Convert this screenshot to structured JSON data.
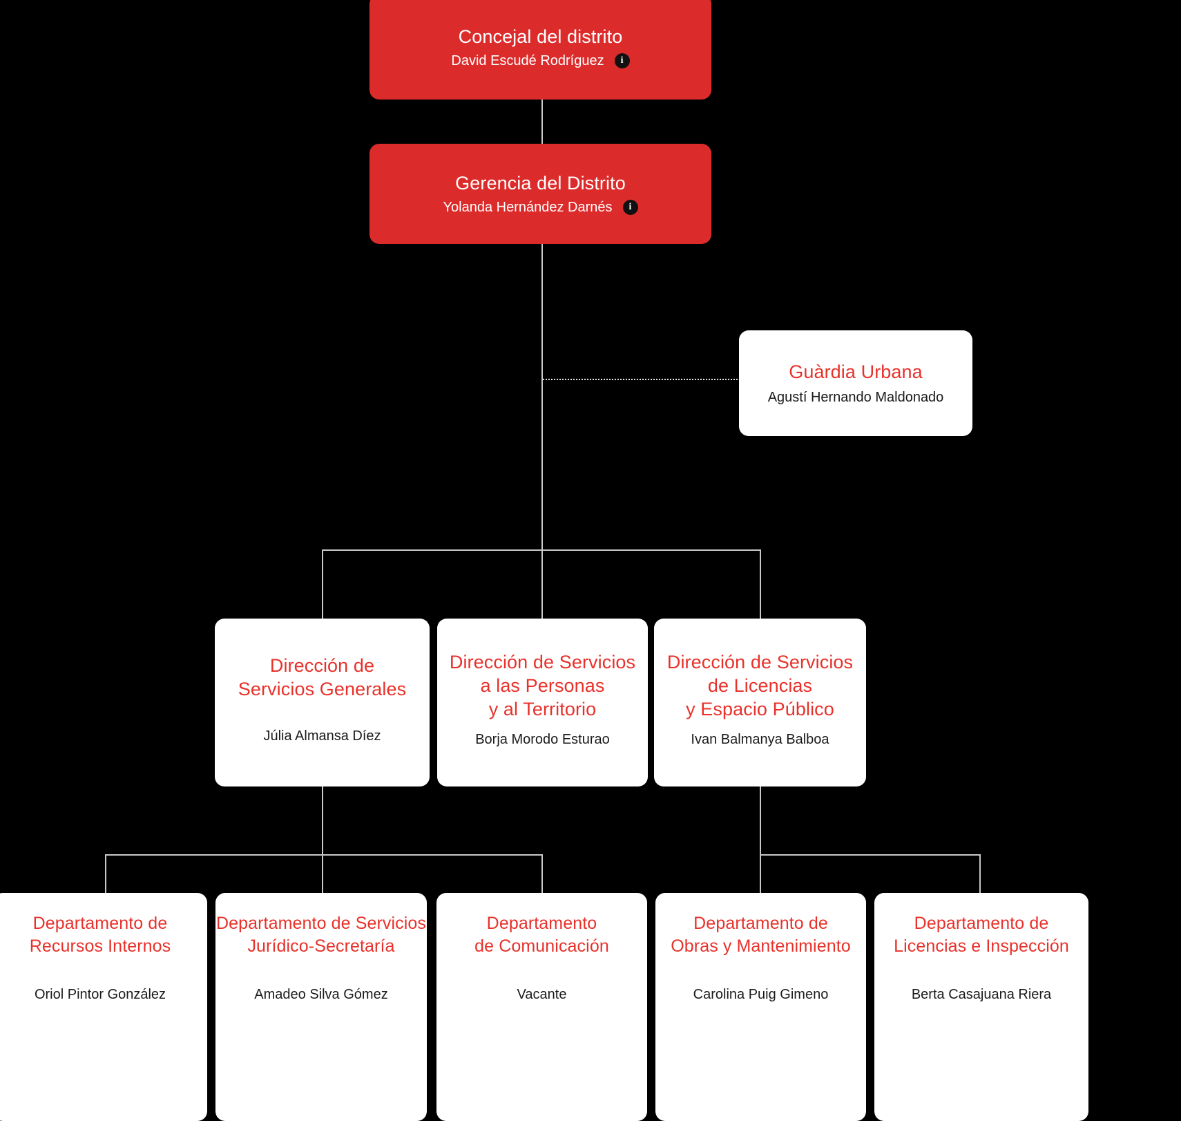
{
  "theme": {
    "background": "#000000",
    "node_red": "#dc2b2b",
    "node_white": "#ffffff",
    "title_red": "#e8312a",
    "connector": "#c9c9c9",
    "info_icon_bg": "#111111"
  },
  "chart_data": {
    "type": "diagram",
    "title": "Organigrama del distrito",
    "nodes": [
      {
        "id": "concejal",
        "title": "Concejal del distrito",
        "person": "David Escudé Rodríguez",
        "style": "red",
        "info": true,
        "level": 1
      },
      {
        "id": "gerencia",
        "title": "Gerencia del Distrito",
        "person": "Yolanda Hernández Darnés",
        "style": "red",
        "info": true,
        "level": 2
      },
      {
        "id": "guardia",
        "title": "Guàrdia Urbana",
        "person": "Agustí Hernando Maldonado",
        "style": "white",
        "info": false,
        "level": 2
      },
      {
        "id": "dir-generales",
        "title": "Dirección de\nServicios Generales",
        "person": "Júlia Almansa Díez",
        "style": "white",
        "info": false,
        "level": 3
      },
      {
        "id": "dir-personas",
        "title": "Dirección de Servicios\na las Personas\ny al Territorio",
        "person": "Borja Morodo Esturao",
        "style": "white",
        "info": false,
        "level": 3
      },
      {
        "id": "dir-licencias",
        "title": "Dirección de Servicios\nde Licencias\ny Espacio Público",
        "person": "Ivan Balmanya Balboa",
        "style": "white",
        "info": false,
        "level": 3
      },
      {
        "id": "dep-recursos",
        "title": "Departamento de\nRecursos Internos",
        "person": "Oriol Pintor González",
        "style": "white",
        "info": false,
        "level": 4
      },
      {
        "id": "dep-juridico",
        "title": "Departamento de Servicios\nJurídico-Secretaría",
        "person": "Amadeo Silva Gómez",
        "style": "white",
        "info": false,
        "level": 4
      },
      {
        "id": "dep-comunicacion",
        "title": "Departamento\nde Comunicación",
        "person": "Vacante",
        "style": "white",
        "info": false,
        "level": 4
      },
      {
        "id": "dep-obras",
        "title": "Departamento de\nObras y Mantenimiento",
        "person": "Carolina Puig Gimeno",
        "style": "white",
        "info": false,
        "level": 4
      },
      {
        "id": "dep-licencias",
        "title": "Departamento de\nLicencias e Inspección",
        "person": "Berta Casajuana Riera",
        "style": "white",
        "info": false,
        "level": 4
      }
    ],
    "edges": [
      {
        "from": "concejal",
        "to": "gerencia",
        "style": "solid"
      },
      {
        "from": "gerencia",
        "to": "guardia",
        "style": "dotted"
      },
      {
        "from": "gerencia",
        "to": "dir-generales",
        "style": "solid"
      },
      {
        "from": "gerencia",
        "to": "dir-personas",
        "style": "solid"
      },
      {
        "from": "gerencia",
        "to": "dir-licencias",
        "style": "solid"
      },
      {
        "from": "dir-generales",
        "to": "dep-recursos",
        "style": "solid"
      },
      {
        "from": "dir-generales",
        "to": "dep-juridico",
        "style": "solid"
      },
      {
        "from": "dir-generales",
        "to": "dep-comunicacion",
        "style": "solid"
      },
      {
        "from": "dir-licencias",
        "to": "dep-obras",
        "style": "solid"
      },
      {
        "from": "dir-licencias",
        "to": "dep-licencias",
        "style": "solid"
      }
    ]
  },
  "nodes": {
    "concejal": {
      "title": "Concejal del distrito",
      "person": "David Escudé Rodríguez"
    },
    "gerencia": {
      "title": "Gerencia del Distrito",
      "person": "Yolanda Hernández Darnés"
    },
    "guardia": {
      "title": "Guàrdia Urbana",
      "person": "Agustí Hernando Maldonado"
    },
    "dir_generales": {
      "title_line1": "Dirección de",
      "title_line2": "Servicios Generales",
      "title_line3": "",
      "person": "Júlia Almansa Díez"
    },
    "dir_personas": {
      "title_line1": "Dirección de Servicios",
      "title_line2": "a las Personas",
      "title_line3": "y al Territorio",
      "person": "Borja Morodo Esturao"
    },
    "dir_licencias": {
      "title_line1": "Dirección de Servicios",
      "title_line2": "de Licencias",
      "title_line3": "y Espacio Público",
      "person": "Ivan Balmanya Balboa"
    },
    "dep_recursos": {
      "title_line1": "Departamento de",
      "title_line2": "Recursos Internos",
      "person": "Oriol Pintor González"
    },
    "dep_juridico": {
      "title_line1": "Departamento de Servicios",
      "title_line2": "Jurídico-Secretaría",
      "person": "Amadeo Silva Gómez"
    },
    "dep_comunicacion": {
      "title_line1": "Departamento",
      "title_line2": "de Comunicación",
      "person": "Vacante"
    },
    "dep_obras": {
      "title_line1": "Departamento de",
      "title_line2": "Obras y Mantenimiento",
      "person": "Carolina Puig Gimeno"
    },
    "dep_licencias": {
      "title_line1": "Departamento de",
      "title_line2": "Licencias e Inspección",
      "person": "Berta Casajuana Riera"
    }
  },
  "icons": {
    "info_glyph": "i",
    "info_name": "info-icon"
  }
}
